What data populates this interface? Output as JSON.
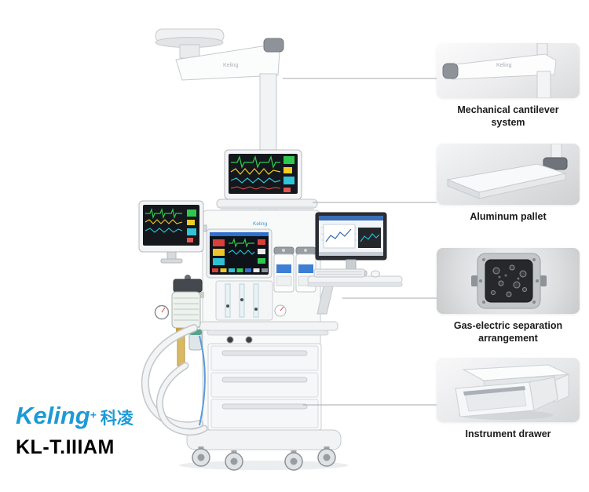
{
  "brand": {
    "logo_text": "Keling",
    "logo_sup": "+",
    "logo_cn": "科凌",
    "model": "KL-T.IIIAM",
    "logo_color": "#1e9ad6"
  },
  "callouts": [
    {
      "id": "mechanical-cantilever",
      "label": "Mechanical cantilever system"
    },
    {
      "id": "aluminum-pallet",
      "label": "Aluminum pallet"
    },
    {
      "id": "gas-electric-separation",
      "label": "Gas-electric separation arrangement"
    },
    {
      "id": "instrument-drawer",
      "label": "Instrument drawer"
    }
  ],
  "device": {
    "type": "anesthesia-workstation"
  }
}
